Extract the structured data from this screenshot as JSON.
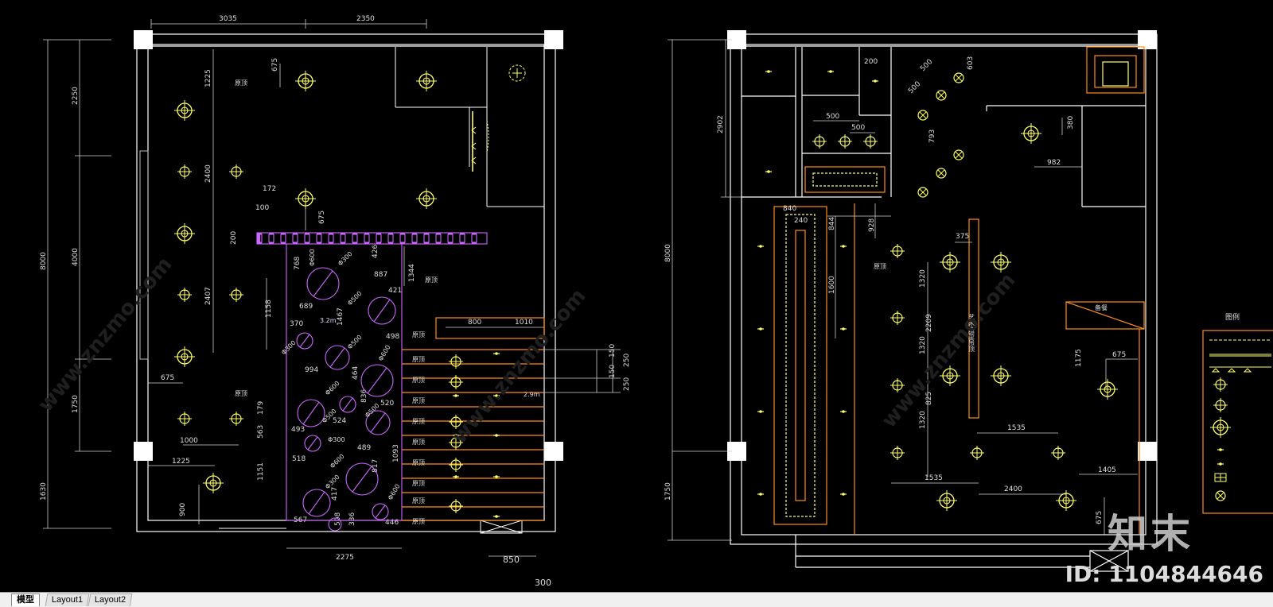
{
  "tabs": [
    {
      "label": "模型",
      "active": true
    },
    {
      "label": "Layout1",
      "active": false
    },
    {
      "label": "Layout2",
      "active": false
    }
  ],
  "watermark": {
    "logo": "知末",
    "id": "ID: 1104844646",
    "site": "www.znzmo.com"
  },
  "colors": {
    "background": "#000000",
    "wall": "#ffffff",
    "light_fixture": "#ffff66",
    "round_light": "#cc66ff",
    "strip": "#ff8c1a",
    "dimension": "#dddddd"
  },
  "left_plan": {
    "top_dims": [
      "3035",
      "2350"
    ],
    "left_dims": [
      "8000",
      "2250",
      "4000",
      "1750",
      "1630"
    ],
    "inner_dims": [
      "675",
      "1225",
      "2400",
      "2407",
      "172",
      "100",
      "675",
      "200",
      "768",
      "426",
      "887",
      "421",
      "1344",
      "1158",
      "689",
      "370",
      "1467",
      "498",
      "994",
      "464",
      "836",
      "520",
      "179",
      "563",
      "493",
      "524",
      "518",
      "489",
      "1093",
      "1151",
      "417",
      "817",
      "567",
      "508",
      "336",
      "446",
      "1000",
      "1225",
      "900",
      "675",
      "800",
      "1010",
      "150",
      "250",
      "150",
      "250",
      "2275",
      "850",
      "300"
    ],
    "diameters": [
      "Φ300",
      "Φ600",
      "Φ500",
      "Φ300",
      "Φ500",
      "Φ600",
      "Φ600",
      "Φ500",
      "Φ500",
      "Φ300",
      "Φ600",
      "Φ600",
      "Φ300"
    ],
    "elevations": [
      "3.2m",
      "2.9m"
    ],
    "area_labels": [
      "原顶",
      "原顶",
      "原顶",
      "原顶",
      "原顶",
      "原顶",
      "原顶",
      "原顶",
      "原顶",
      "原顶",
      "原顶",
      "原顶",
      "原顶"
    ]
  },
  "right_plan": {
    "left_dims": [
      "8000",
      "2902",
      "1750"
    ],
    "inner_dims": [
      "200",
      "500",
      "603",
      "500",
      "500",
      "500",
      "793",
      "380",
      "982",
      "840",
      "240",
      "844",
      "928",
      "1600",
      "375",
      "1320",
      "2209",
      "1320",
      "825",
      "1320",
      "1175",
      "675",
      "1535",
      "1535",
      "2400",
      "1405",
      "675"
    ],
    "area_labels": [
      "原顶",
      "艺术造型吊顶",
      "备餐"
    ],
    "legend_title": "图例"
  }
}
